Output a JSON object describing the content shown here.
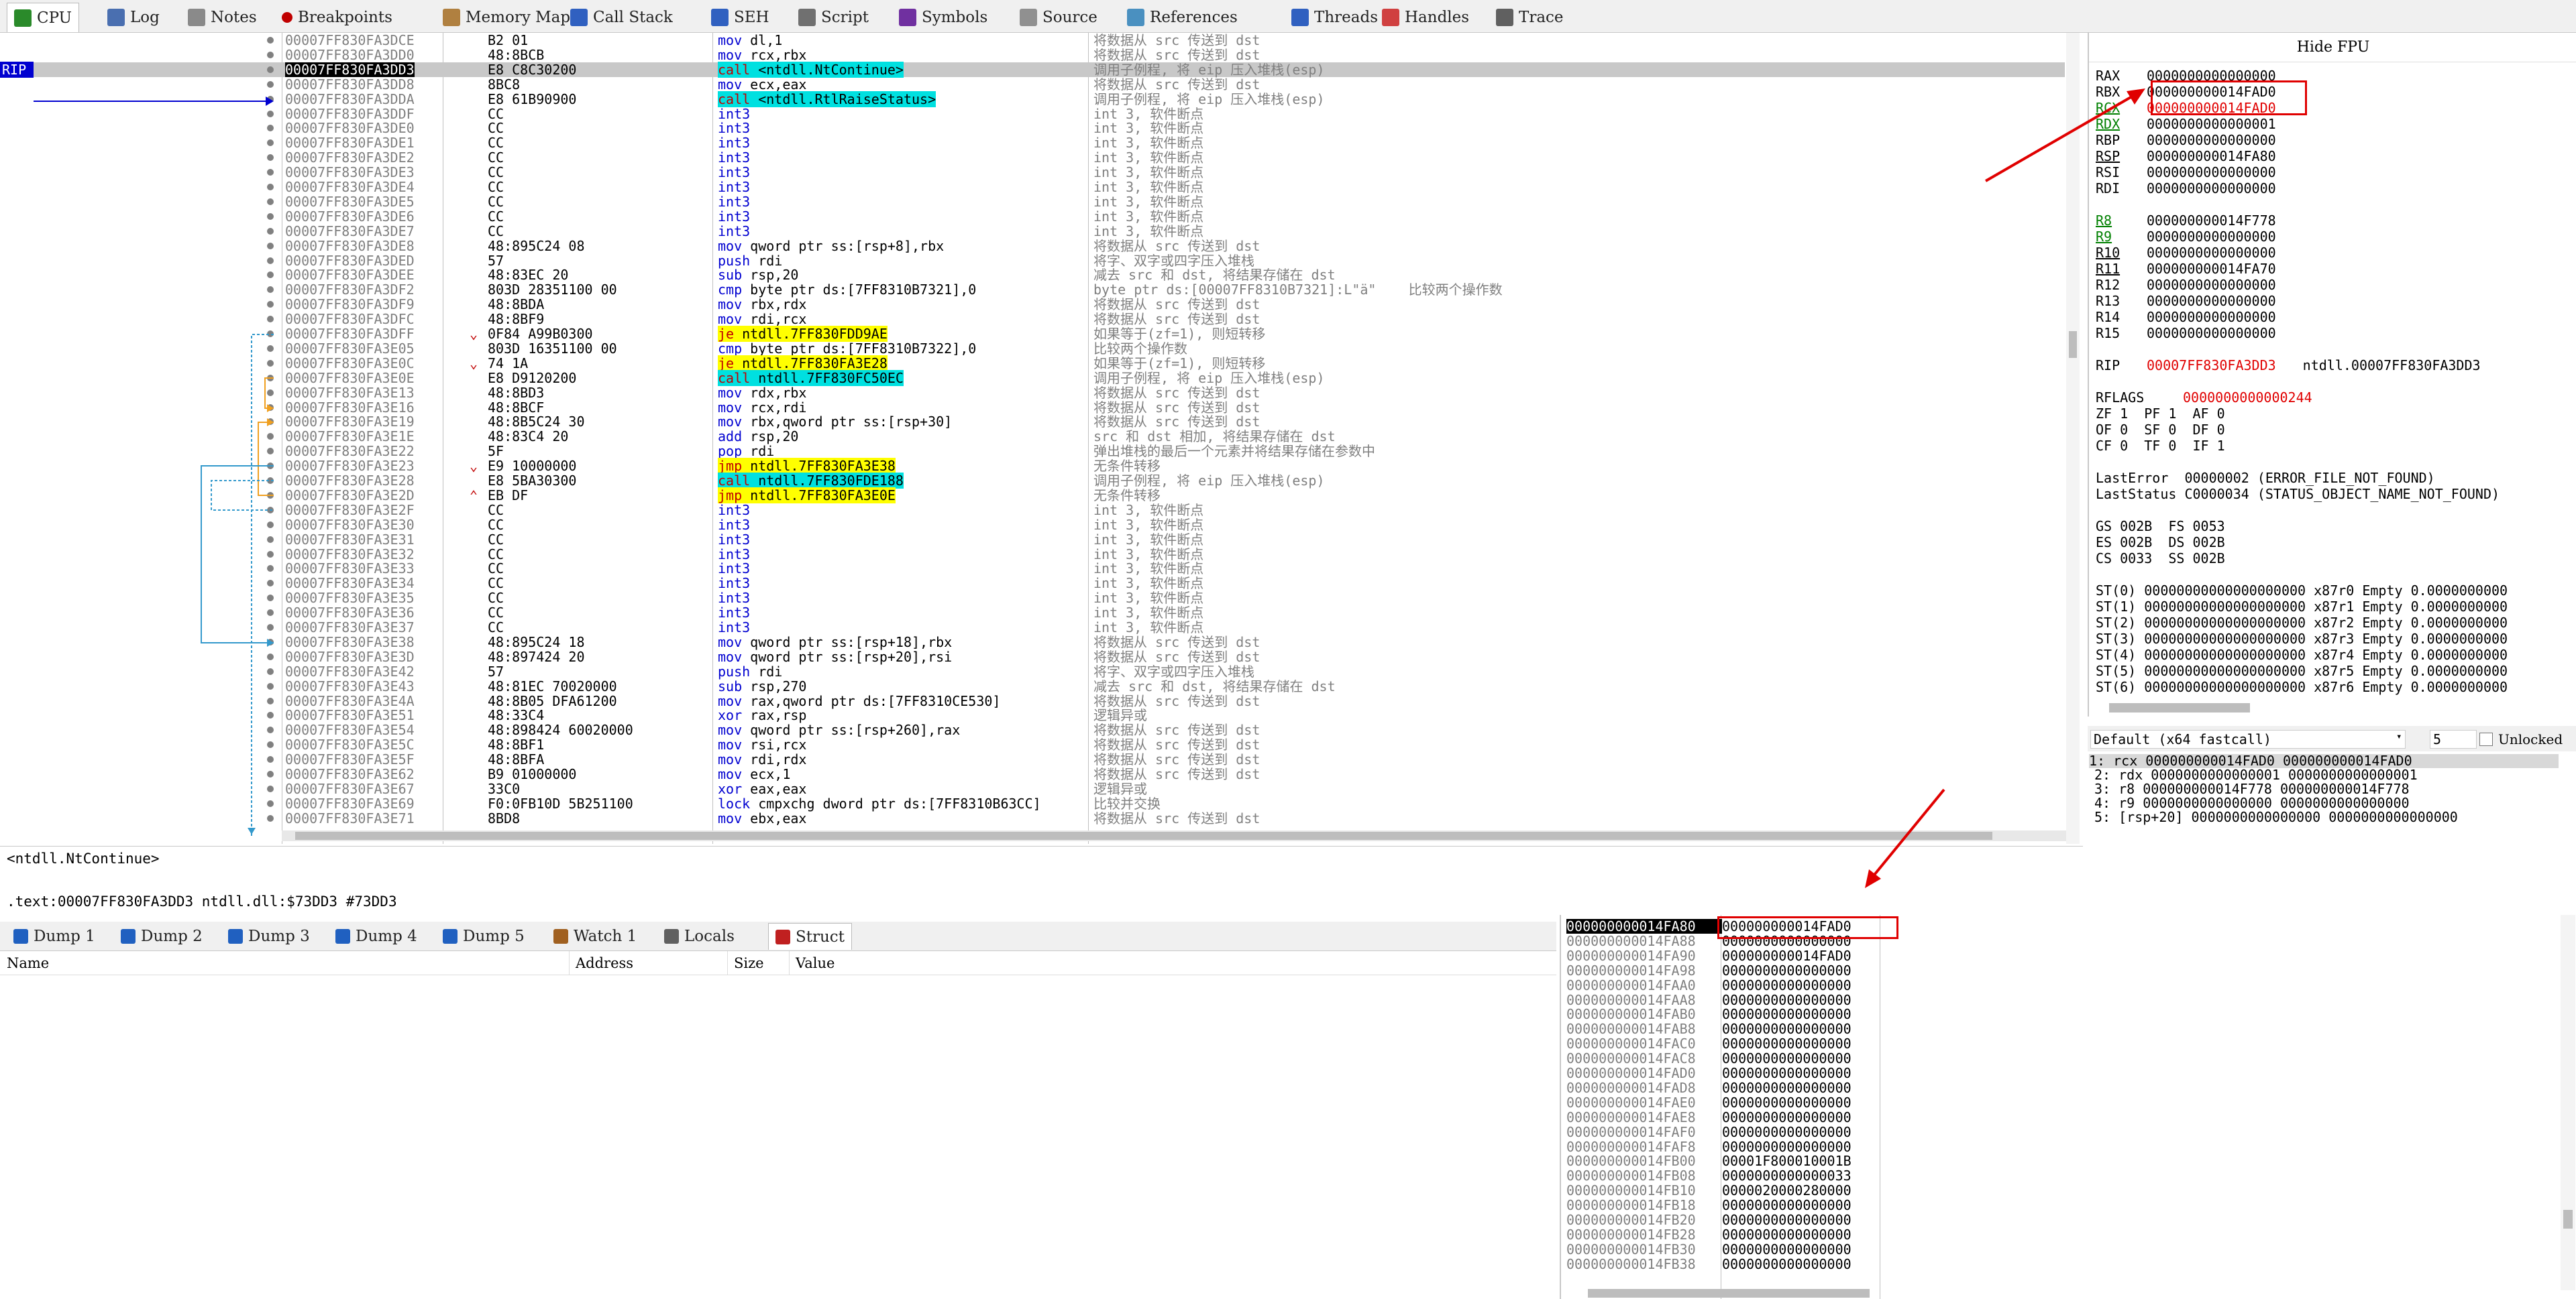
{
  "tabs": [
    {
      "label": "CPU",
      "icon": "cpu-icon",
      "active": true
    },
    {
      "label": "Log",
      "icon": "log-icon"
    },
    {
      "label": "Notes",
      "icon": "notes-icon"
    },
    {
      "label": "Breakpoints",
      "icon": "breakpoint-dot-icon"
    },
    {
      "label": "Memory Map",
      "icon": "memory-map-icon"
    },
    {
      "label": "Call Stack",
      "icon": "call-stack-icon"
    },
    {
      "label": "SEH",
      "icon": "seh-icon"
    },
    {
      "label": "Script",
      "icon": "script-icon"
    },
    {
      "label": "Symbols",
      "icon": "symbols-icon"
    },
    {
      "label": "Source",
      "icon": "source-icon"
    },
    {
      "label": "References",
      "icon": "references-icon"
    },
    {
      "label": "Threads",
      "icon": "threads-icon"
    },
    {
      "label": "Handles",
      "icon": "handles-icon"
    },
    {
      "label": "Trace",
      "icon": "trace-icon"
    }
  ],
  "rip_label": "RIP",
  "disasm": [
    {
      "addr": "00007FF830FA3DCE",
      "bytes": "B2 01",
      "asm": "mov dl,1",
      "cmt": "将数据从 src 传送到 dst"
    },
    {
      "addr": "00007FF830FA3DD0",
      "bytes": "48:8BCB",
      "asm": "mov rcx,rbx",
      "cmt": "将数据从 src 传送到 dst"
    },
    {
      "addr": "00007FF830FA3DD3",
      "bytes": "E8 C8C30200",
      "asm": "call <ntdll.NtContinue>",
      "cmt": "调用子例程, 将 eip 压入堆栈(esp)",
      "current": true,
      "hl": "c"
    },
    {
      "addr": "00007FF830FA3DD8",
      "bytes": "8BC8",
      "asm": "mov ecx,eax",
      "cmt": "将数据从 src 传送到 dst"
    },
    {
      "addr": "00007FF830FA3DDA",
      "bytes": "E8 61B90900",
      "asm": "call <ntdll.RtlRaiseStatus>",
      "cmt": "调用子例程, 将 eip 压入堆栈(esp)",
      "hl": "c"
    },
    {
      "addr": "00007FF830FA3DDF",
      "bytes": "CC",
      "asm": "int3",
      "cmt": "int 3, 软件断点"
    },
    {
      "addr": "00007FF830FA3DE0",
      "bytes": "CC",
      "asm": "int3",
      "cmt": "int 3, 软件断点"
    },
    {
      "addr": "00007FF830FA3DE1",
      "bytes": "CC",
      "asm": "int3",
      "cmt": "int 3, 软件断点"
    },
    {
      "addr": "00007FF830FA3DE2",
      "bytes": "CC",
      "asm": "int3",
      "cmt": "int 3, 软件断点"
    },
    {
      "addr": "00007FF830FA3DE3",
      "bytes": "CC",
      "asm": "int3",
      "cmt": "int 3, 软件断点"
    },
    {
      "addr": "00007FF830FA3DE4",
      "bytes": "CC",
      "asm": "int3",
      "cmt": "int 3, 软件断点"
    },
    {
      "addr": "00007FF830FA3DE5",
      "bytes": "CC",
      "asm": "int3",
      "cmt": "int 3, 软件断点"
    },
    {
      "addr": "00007FF830FA3DE6",
      "bytes": "CC",
      "asm": "int3",
      "cmt": "int 3, 软件断点"
    },
    {
      "addr": "00007FF830FA3DE7",
      "bytes": "CC",
      "asm": "int3",
      "cmt": "int 3, 软件断点"
    },
    {
      "addr": "00007FF830FA3DE8",
      "bytes": "48:895C24 08",
      "asm": "mov qword ptr ss:[rsp+8],rbx",
      "cmt": "将数据从 src 传送到 dst"
    },
    {
      "addr": "00007FF830FA3DED",
      "bytes": "57",
      "asm": "push rdi",
      "cmt": "将字、双字或四字压入堆栈"
    },
    {
      "addr": "00007FF830FA3DEE",
      "bytes": "48:83EC 20",
      "asm": "sub rsp,20",
      "cmt": "减去 src 和 dst, 将结果存储在 dst"
    },
    {
      "addr": "00007FF830FA3DF2",
      "bytes": "803D 28351100 00",
      "asm": "cmp byte ptr ds:[7FF8310B7321],0",
      "cmt": "byte ptr ds:[00007FF8310B7321]:L\"ä\"    比较两个操作数"
    },
    {
      "addr": "00007FF830FA3DF9",
      "bytes": "48:8BDA",
      "asm": "mov rbx,rdx",
      "cmt": "将数据从 src 传送到 dst"
    },
    {
      "addr": "00007FF830FA3DFC",
      "bytes": "48:8BF9",
      "asm": "mov rdi,rcx",
      "cmt": "将数据从 src 传送到 dst"
    },
    {
      "addr": "00007FF830FA3DFF",
      "bytes": "0F84 A99B0300",
      "asm": "je ntdll.7FF830FDD9AE",
      "cmt": "如果等于(zf=1), 则短转移",
      "hl": "y",
      "arr": "⌄"
    },
    {
      "addr": "00007FF830FA3E05",
      "bytes": "803D 16351100 00",
      "asm": "cmp byte ptr ds:[7FF8310B7322],0",
      "cmt": "比较两个操作数"
    },
    {
      "addr": "00007FF830FA3E0C",
      "bytes": "74 1A",
      "asm": "je ntdll.7FF830FA3E28",
      "cmt": "如果等于(zf=1), 则短转移",
      "hl": "y",
      "arr": "⌄"
    },
    {
      "addr": "00007FF830FA3E0E",
      "bytes": "E8 D9120200",
      "asm": "call ntdll.7FF830FC50EC",
      "cmt": "调用子例程, 将 eip 压入堆栈(esp)",
      "hl": "c"
    },
    {
      "addr": "00007FF830FA3E13",
      "bytes": "48:8BD3",
      "asm": "mov rdx,rbx",
      "cmt": "将数据从 src 传送到 dst"
    },
    {
      "addr": "00007FF830FA3E16",
      "bytes": "48:8BCF",
      "asm": "mov rcx,rdi",
      "cmt": "将数据从 src 传送到 dst"
    },
    {
      "addr": "00007FF830FA3E19",
      "bytes": "48:8B5C24 30",
      "asm": "mov rbx,qword ptr ss:[rsp+30]",
      "cmt": "将数据从 src 传送到 dst"
    },
    {
      "addr": "00007FF830FA3E1E",
      "bytes": "48:83C4 20",
      "asm": "add rsp,20",
      "cmt": "src 和 dst 相加, 将结果存储在 dst"
    },
    {
      "addr": "00007FF830FA3E22",
      "bytes": "5F",
      "asm": "pop rdi",
      "cmt": "弹出堆栈的最后一个元素并将结果存储在参数中"
    },
    {
      "addr": "00007FF830FA3E23",
      "bytes": "E9 10000000",
      "asm": "jmp ntdll.7FF830FA3E38",
      "cmt": "无条件转移",
      "hl": "y",
      "arr": "⌄"
    },
    {
      "addr": "00007FF830FA3E28",
      "bytes": "E8 5BA30300",
      "asm": "call ntdll.7FF830FDE188",
      "cmt": "调用子例程, 将 eip 压入堆栈(esp)",
      "hl": "c"
    },
    {
      "addr": "00007FF830FA3E2D",
      "bytes": "EB DF",
      "asm": "jmp ntdll.7FF830FA3E0E",
      "cmt": "无条件转移",
      "hl": "y",
      "arr": "⌃"
    },
    {
      "addr": "00007FF830FA3E2F",
      "bytes": "CC",
      "asm": "int3",
      "cmt": "int 3, 软件断点"
    },
    {
      "addr": "00007FF830FA3E30",
      "bytes": "CC",
      "asm": "int3",
      "cmt": "int 3, 软件断点"
    },
    {
      "addr": "00007FF830FA3E31",
      "bytes": "CC",
      "asm": "int3",
      "cmt": "int 3, 软件断点"
    },
    {
      "addr": "00007FF830FA3E32",
      "bytes": "CC",
      "asm": "int3",
      "cmt": "int 3, 软件断点"
    },
    {
      "addr": "00007FF830FA3E33",
      "bytes": "CC",
      "asm": "int3",
      "cmt": "int 3, 软件断点"
    },
    {
      "addr": "00007FF830FA3E34",
      "bytes": "CC",
      "asm": "int3",
      "cmt": "int 3, 软件断点"
    },
    {
      "addr": "00007FF830FA3E35",
      "bytes": "CC",
      "asm": "int3",
      "cmt": "int 3, 软件断点"
    },
    {
      "addr": "00007FF830FA3E36",
      "bytes": "CC",
      "asm": "int3",
      "cmt": "int 3, 软件断点"
    },
    {
      "addr": "00007FF830FA3E37",
      "bytes": "CC",
      "asm": "int3",
      "cmt": "int 3, 软件断点"
    },
    {
      "addr": "00007FF830FA3E38",
      "bytes": "48:895C24 18",
      "asm": "mov qword ptr ss:[rsp+18],rbx",
      "cmt": "将数据从 src 传送到 dst"
    },
    {
      "addr": "00007FF830FA3E3D",
      "bytes": "48:897424 20",
      "asm": "mov qword ptr ss:[rsp+20],rsi",
      "cmt": "将数据从 src 传送到 dst"
    },
    {
      "addr": "00007FF830FA3E42",
      "bytes": "57",
      "asm": "push rdi",
      "cmt": "将字、双字或四字压入堆栈"
    },
    {
      "addr": "00007FF830FA3E43",
      "bytes": "48:81EC 70020000",
      "asm": "sub rsp,270",
      "cmt": "减去 src 和 dst, 将结果存储在 dst"
    },
    {
      "addr": "00007FF830FA3E4A",
      "bytes": "48:8B05 DFA61200",
      "asm": "mov rax,qword ptr ds:[7FF8310CE530]",
      "cmt": "将数据从 src 传送到 dst"
    },
    {
      "addr": "00007FF830FA3E51",
      "bytes": "48:33C4",
      "asm": "xor rax,rsp",
      "cmt": "逻辑异或"
    },
    {
      "addr": "00007FF830FA3E54",
      "bytes": "48:898424 60020000",
      "asm": "mov qword ptr ss:[rsp+260],rax",
      "cmt": "将数据从 src 传送到 dst"
    },
    {
      "addr": "00007FF830FA3E5C",
      "bytes": "48:8BF1",
      "asm": "mov rsi,rcx",
      "cmt": "将数据从 src 传送到 dst"
    },
    {
      "addr": "00007FF830FA3E5F",
      "bytes": "48:8BFA",
      "asm": "mov rdi,rdx",
      "cmt": "将数据从 src 传送到 dst"
    },
    {
      "addr": "00007FF830FA3E62",
      "bytes": "B9 01000000",
      "asm": "mov ecx,1",
      "cmt": "将数据从 src 传送到 dst"
    },
    {
      "addr": "00007FF830FA3E67",
      "bytes": "33C0",
      "asm": "xor eax,eax",
      "cmt": "逻辑异或"
    },
    {
      "addr": "00007FF830FA3E69",
      "bytes": "F0:0FB10D 5B251100",
      "asm": "lock cmpxchg dword ptr ds:[7FF8310B63CC]",
      "cmt": "比较并交换"
    },
    {
      "addr": "00007FF830FA3E71",
      "bytes": "8BD8",
      "asm": "mov ebx,eax",
      "cmt": "将数据从 src 传送到 dst"
    }
  ],
  "fpu": {
    "hide_label": "Hide FPU"
  },
  "registers": [
    {
      "name": "RAX",
      "value": "0000000000000000"
    },
    {
      "name": "RBX",
      "value": "000000000014FAD0"
    },
    {
      "name": "RCX",
      "value": "000000000014FAD0",
      "changed": true
    },
    {
      "name": "RDX",
      "value": "0000000000000001"
    },
    {
      "name": "RBP",
      "value": "0000000000000000"
    },
    {
      "name": "RSP",
      "value": "000000000014FA80"
    },
    {
      "name": "RSI",
      "value": "0000000000000000"
    },
    {
      "name": "RDI",
      "value": "0000000000000000"
    },
    {
      "name": "",
      "value": ""
    },
    {
      "name": "R8",
      "value": "000000000014F778"
    },
    {
      "name": "R9",
      "value": "0000000000000000"
    },
    {
      "name": "R10",
      "value": "0000000000000000"
    },
    {
      "name": "R11",
      "value": "000000000014FA70"
    },
    {
      "name": "R12",
      "value": "0000000000000000"
    },
    {
      "name": "R13",
      "value": "0000000000000000"
    },
    {
      "name": "R14",
      "value": "0000000000000000"
    },
    {
      "name": "R15",
      "value": "0000000000000000"
    }
  ],
  "rip": {
    "name": "RIP",
    "value": "00007FF830FA3DD3",
    "symbol": "ntdll.00007FF830FA3DD3"
  },
  "rflags": {
    "name": "RFLAGS",
    "value": "0000000000000244"
  },
  "flags": [
    "ZF 1  PF 1  AF 0",
    "OF 0  SF 0  DF 0",
    "CF 0  TF 0  IF 1"
  ],
  "errors": [
    "LastError  00000002 (ERROR_FILE_NOT_FOUND)",
    "LastStatus C0000034 (STATUS_OBJECT_NAME_NOT_FOUND)"
  ],
  "segments": [
    "GS 002B  FS 0053",
    "ES 002B  DS 002B",
    "CS 0033  SS 002B"
  ],
  "fpu_regs": [
    "ST(0) 00000000000000000000 x87r0 Empty 0.0000000000",
    "ST(1) 00000000000000000000 x87r1 Empty 0.0000000000",
    "ST(2) 00000000000000000000 x87r2 Empty 0.0000000000",
    "ST(3) 00000000000000000000 x87r3 Empty 0.0000000000",
    "ST(4) 00000000000000000000 x87r4 Empty 0.0000000000",
    "ST(5) 00000000000000000000 x87r5 Empty 0.0000000000",
    "ST(6) 00000000000000000000 x87r6 Empty 0.0000000000"
  ],
  "callconv": {
    "selected": "Default (x64 fastcall)",
    "count": "5",
    "unlocked": "Unlocked"
  },
  "stack_args": [
    "1: rcx 000000000014FAD0 000000000014FAD0",
    "2: rdx 0000000000000001 0000000000000001",
    "3: r8 000000000014F778 000000000014F778",
    "4: r9 0000000000000000 0000000000000000",
    "5: [rsp+20] 0000000000000000 0000000000000000"
  ],
  "info": {
    "line1": "<ntdll.NtContinue>",
    "line2": ".text:00007FF830FA3DD3 ntdll.dll:$73DD3 #73DD3"
  },
  "dump_tabs": [
    "Dump 1",
    "Dump 2",
    "Dump 3",
    "Dump 4",
    "Dump 5",
    "Watch 1",
    "Locals",
    "Struct"
  ],
  "struct_headers": [
    "Name",
    "Address",
    "Size",
    "Value"
  ],
  "stack": [
    {
      "a": "000000000014FA80",
      "v": "000000000014FAD0"
    },
    {
      "a": "000000000014FA88",
      "v": "0000000000000000"
    },
    {
      "a": "000000000014FA90",
      "v": "000000000014FAD0"
    },
    {
      "a": "000000000014FA98",
      "v": "0000000000000000"
    },
    {
      "a": "000000000014FAA0",
      "v": "0000000000000000"
    },
    {
      "a": "000000000014FAA8",
      "v": "0000000000000000"
    },
    {
      "a": "000000000014FAB0",
      "v": "0000000000000000"
    },
    {
      "a": "000000000014FAB8",
      "v": "0000000000000000"
    },
    {
      "a": "000000000014FAC0",
      "v": "0000000000000000"
    },
    {
      "a": "000000000014FAC8",
      "v": "0000000000000000"
    },
    {
      "a": "000000000014FAD0",
      "v": "0000000000000000"
    },
    {
      "a": "000000000014FAD8",
      "v": "0000000000000000"
    },
    {
      "a": "000000000014FAE0",
      "v": "0000000000000000"
    },
    {
      "a": "000000000014FAE8",
      "v": "0000000000000000"
    },
    {
      "a": "000000000014FAF0",
      "v": "0000000000000000"
    },
    {
      "a": "000000000014FAF8",
      "v": "0000000000000000"
    },
    {
      "a": "000000000014FB00",
      "v": "00001F800010001B"
    },
    {
      "a": "000000000014FB08",
      "v": "0000000000000033"
    },
    {
      "a": "000000000014FB10",
      "v": "0000020000280000"
    },
    {
      "a": "000000000014FB18",
      "v": "0000000000000000"
    },
    {
      "a": "000000000014FB20",
      "v": "0000000000000000"
    },
    {
      "a": "000000000014FB28",
      "v": "0000000000000000"
    },
    {
      "a": "000000000014FB30",
      "v": "0000000000000000"
    },
    {
      "a": "000000000014FB38",
      "v": "0000000000000000"
    }
  ]
}
